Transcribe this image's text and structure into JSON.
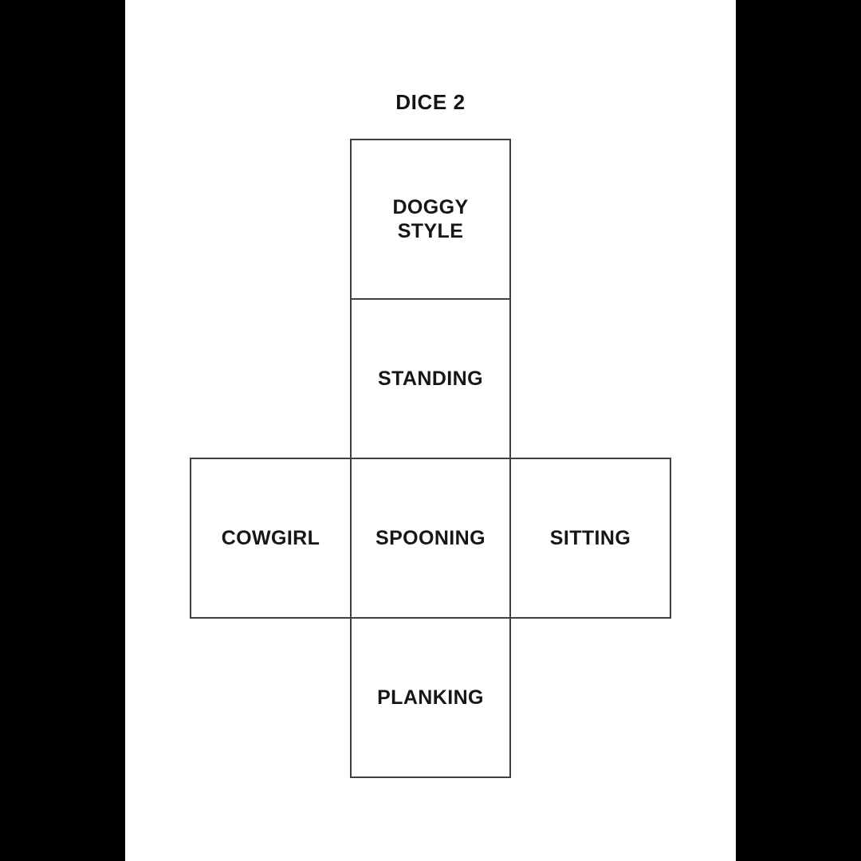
{
  "page": {
    "title": "DICE 2",
    "colors": {
      "letterbox": "#000000",
      "page_background": "#ffffff",
      "line_color": "#3f3f3f",
      "text_color": "#161616"
    }
  },
  "dice_net": {
    "faces": [
      {
        "position": "top",
        "label": "DOGGY\nSTYLE"
      },
      {
        "position": "upper-middle",
        "label": "STANDING"
      },
      {
        "position": "left",
        "label": "COWGIRL"
      },
      {
        "position": "center",
        "label": "SPOONING"
      },
      {
        "position": "right",
        "label": "SITTING"
      },
      {
        "position": "bottom",
        "label": "PLANKING"
      }
    ]
  }
}
